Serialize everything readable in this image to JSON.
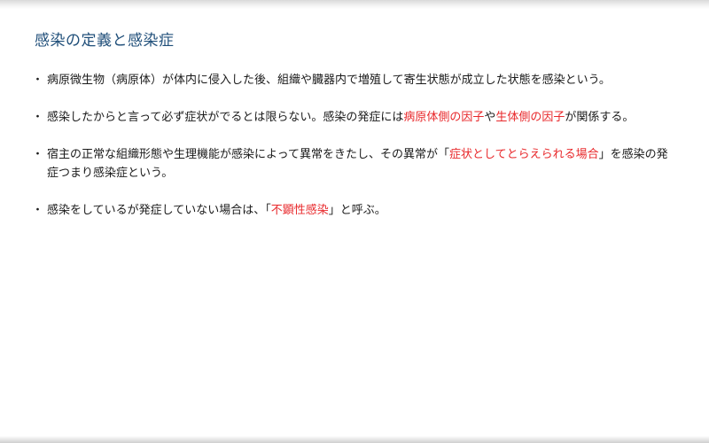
{
  "colors": {
    "title": "#1f4e79",
    "text": "#1a1a1a",
    "highlight": "#e8282b"
  },
  "title": "感染の定義と感染症",
  "bullet_mark": "・",
  "bullets": [
    {
      "segments": [
        {
          "text": "病原微生物（病原体）が体内に侵入した後、組織や臓器内で増殖して寄生状態が成立した状態を感染という。"
        }
      ]
    },
    {
      "segments": [
        {
          "text": "感染したからと言って必ず症状がでるとは限らない。感染の発症には"
        },
        {
          "text": "病原体側の因子",
          "highlight": true
        },
        {
          "text": "や"
        },
        {
          "text": "生体側の因子",
          "highlight": true
        },
        {
          "text": "が関係する。"
        }
      ]
    },
    {
      "segments": [
        {
          "text": "宿主の正常な組織形態や生理機能が感染によって異常をきたし、その異常が「"
        },
        {
          "text": "症状としてとらえられる場合",
          "highlight": true
        },
        {
          "text": "」を感染の発症つまり感染症という。"
        }
      ]
    },
    {
      "segments": [
        {
          "text": "感染をしているが発症していない場合は、「"
        },
        {
          "text": "不顕性感染",
          "highlight": true
        },
        {
          "text": "」と呼ぶ。"
        }
      ]
    }
  ]
}
